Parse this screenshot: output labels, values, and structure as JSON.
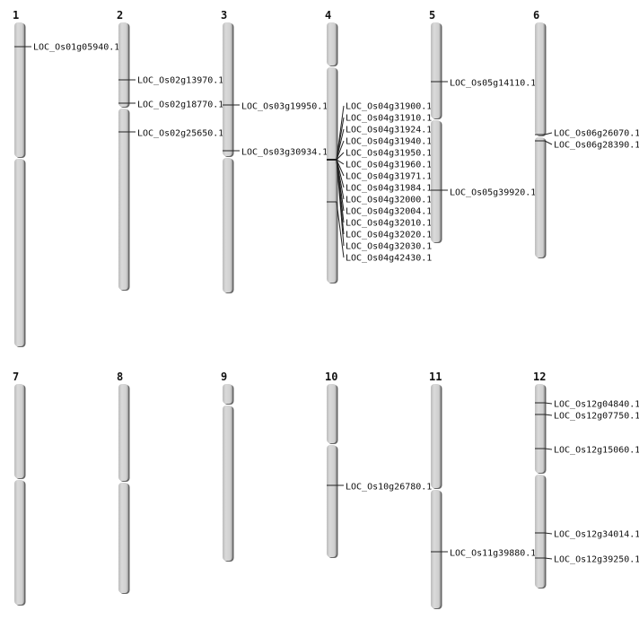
{
  "chromosomes": [
    {
      "label": "1",
      "genes": [
        "LOC_Os01g05940.1"
      ]
    },
    {
      "label": "2",
      "genes": [
        "LOC_Os02g13970.1",
        "LOC_Os02g18770.1",
        "LOC_Os02g25650.1"
      ]
    },
    {
      "label": "3",
      "genes": [
        "LOC_Os03g19950.1",
        "LOC_Os03g30934.1"
      ]
    },
    {
      "label": "4",
      "genes": [
        "LOC_Os04g31900.1",
        "LOC_Os04g31910.1",
        "LOC_Os04g31924.1",
        "LOC_Os04g31940.1",
        "LOC_Os04g31950.1",
        "LOC_Os04g31960.1",
        "LOC_Os04g31971.1",
        "LOC_Os04g31984.1",
        "LOC_Os04g32000.1",
        "LOC_Os04g32004.1",
        "LOC_Os04g32010.1",
        "LOC_Os04g32020.1",
        "LOC_Os04g32030.1",
        "LOC_Os04g42430.1"
      ]
    },
    {
      "label": "5",
      "genes": [
        "LOC_Os05g14110.1",
        "LOC_Os05g39920.1"
      ]
    },
    {
      "label": "6",
      "genes": [
        "LOC_Os06g26070.1",
        "LOC_Os06g28390.1"
      ]
    },
    {
      "label": "7",
      "genes": []
    },
    {
      "label": "8",
      "genes": []
    },
    {
      "label": "9",
      "genes": []
    },
    {
      "label": "10",
      "genes": [
        "LOC_Os10g26780.1"
      ]
    },
    {
      "label": "11",
      "genes": [
        "LOC_Os11g39880.1"
      ]
    },
    {
      "label": "12",
      "genes": [
        "LOC_Os12g04840.1",
        "LOC_Os12g07750.1",
        "LOC_Os12g15060.1",
        "LOC_Os12g34014.1",
        "LOC_Os12g39250.1"
      ]
    }
  ]
}
